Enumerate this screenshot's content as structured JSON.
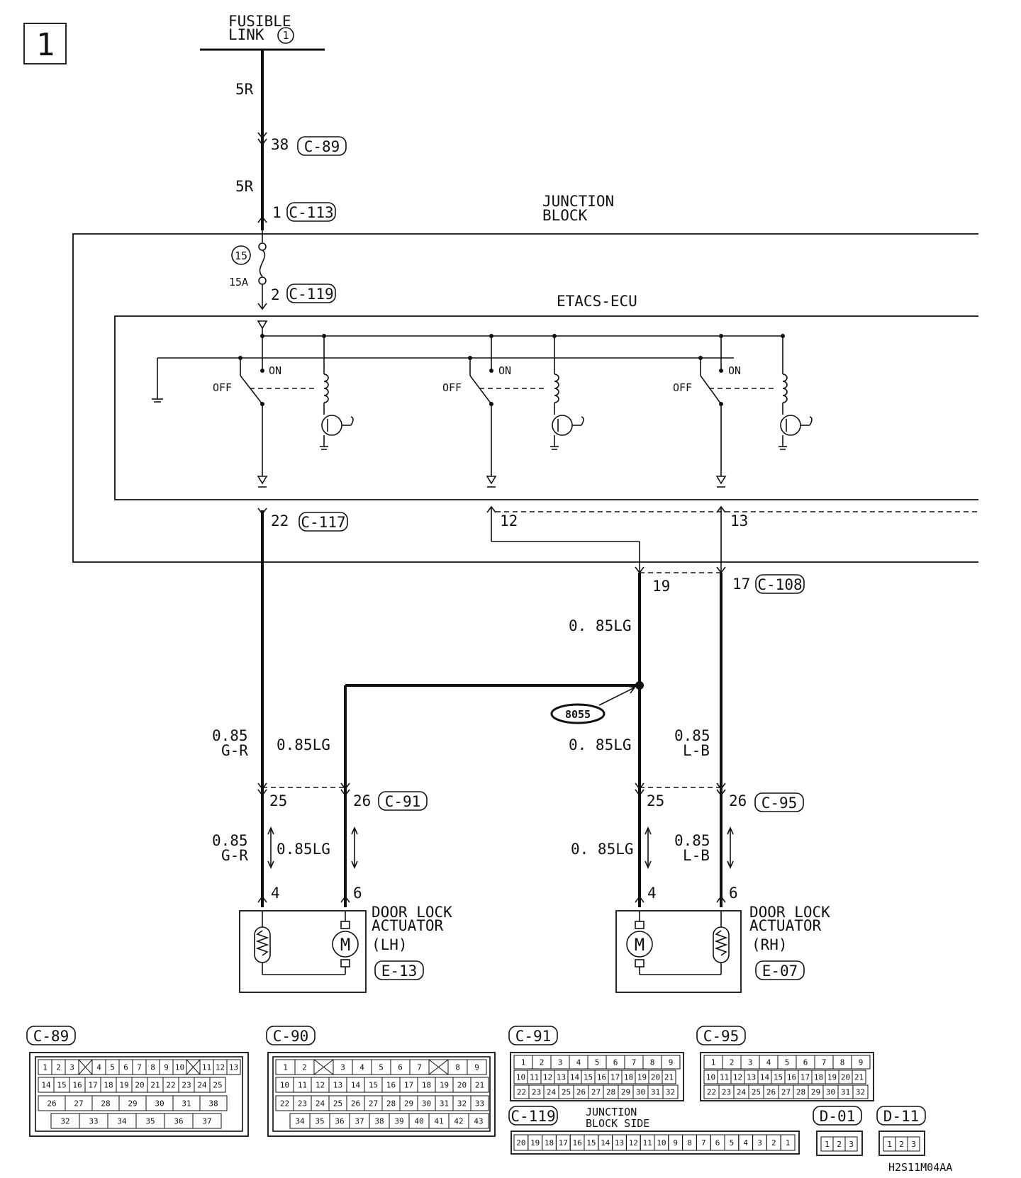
{
  "page_number": "1",
  "fusible_link": {
    "line1": "FUSIBLE",
    "line2": "LINK",
    "num": "1"
  },
  "wires": {
    "w5r_a": "5R",
    "w5r_b": "5R",
    "gr": {
      "a": "0.85",
      "b": "G-R"
    },
    "lg": "0.85LG",
    "lg_spaced": "0. 85LG",
    "lb": {
      "a": "0.85",
      "b": "L-B"
    }
  },
  "pins": {
    "p38": "38",
    "p1": "1",
    "p2": "2",
    "p22": "22",
    "p12": "12",
    "p13": "13",
    "p19": "19",
    "p17": "17",
    "p25a": "25",
    "p26a": "26",
    "p25b": "25",
    "p26b": "26",
    "p4a": "4",
    "p6a": "6",
    "p4b": "4",
    "p6b": "6"
  },
  "connectors": {
    "c89": "C-89",
    "c113": "C-113",
    "c119": "C-119",
    "c117": "C-117",
    "c108": "C-108",
    "c91": "C-91",
    "c95": "C-95",
    "e13": "E-13",
    "e07": "E-07",
    "c90": "C-90",
    "d01": "D-01",
    "d11": "D-11"
  },
  "junction_block": {
    "line1": "JUNCTION",
    "line2": "BLOCK"
  },
  "fuse": {
    "num": "15",
    "rating": "15A"
  },
  "ecu": {
    "title": "ETACS-ECU",
    "on": "ON",
    "off": "OFF"
  },
  "splice": "8055",
  "actuator_lh": {
    "line1": "DOOR LOCK",
    "line2": "ACTUATOR",
    "line3": "(LH)"
  },
  "actuator_rh": {
    "line1": "DOOR LOCK",
    "line2": "ACTUATOR",
    "line3": "(RH)"
  },
  "motor": "M",
  "jb_side": {
    "line1": "JUNCTION",
    "line2": "BLOCK SIDE"
  },
  "diagram_code": "H2S11M04AA",
  "connector_faces": {
    "c89": [
      [
        "1",
        "2",
        "3",
        "",
        "4",
        "5",
        "6",
        "7",
        "8",
        "9",
        "10",
        "",
        "11",
        "12",
        "13"
      ],
      [
        "14",
        "15",
        "16",
        "17",
        "18",
        "19",
        "20",
        "21",
        "22",
        "23",
        "24",
        "25"
      ],
      [
        "26",
        "27",
        "28",
        "29",
        "30",
        "31",
        "38"
      ],
      [
        "32",
        "33",
        "34",
        "35",
        "36",
        "37"
      ]
    ],
    "c90": [
      [
        "1",
        "2",
        "",
        "3",
        "4",
        "5",
        "6",
        "7",
        "",
        "8",
        "9"
      ],
      [
        "10",
        "11",
        "12",
        "13",
        "14",
        "15",
        "16",
        "17",
        "18",
        "19",
        "20",
        "21"
      ],
      [
        "22",
        "23",
        "24",
        "25",
        "26",
        "27",
        "28",
        "29",
        "30",
        "31",
        "32",
        "33"
      ],
      [
        "34",
        "35",
        "36",
        "37",
        "38",
        "39",
        "40",
        "41",
        "42",
        "43"
      ]
    ],
    "c91": [
      [
        "1",
        "2",
        "3",
        "4",
        "5",
        "6",
        "7",
        "8",
        "9"
      ],
      [
        "10",
        "11",
        "12",
        "13",
        "14",
        "15",
        "16",
        "17",
        "18",
        "19",
        "20",
        "21"
      ],
      [
        "22",
        "23",
        "24",
        "25",
        "26",
        "27",
        "28",
        "29",
        "30",
        "31",
        "32"
      ]
    ],
    "c95": [
      [
        "1",
        "2",
        "3",
        "4",
        "5",
        "6",
        "7",
        "8",
        "9"
      ],
      [
        "10",
        "11",
        "12",
        "13",
        "14",
        "15",
        "16",
        "17",
        "18",
        "19",
        "20",
        "21"
      ],
      [
        "22",
        "23",
        "24",
        "25",
        "26",
        "27",
        "28",
        "29",
        "30",
        "31",
        "32"
      ]
    ],
    "c119": [
      "20",
      "19",
      "18",
      "17",
      "16",
      "15",
      "14",
      "13",
      "12",
      "11",
      "10",
      "9",
      "8",
      "7",
      "6",
      "5",
      "4",
      "3",
      "2",
      "1"
    ],
    "d01": [
      "1",
      "2",
      "3"
    ],
    "d11": [
      "1",
      "2",
      "3"
    ]
  }
}
